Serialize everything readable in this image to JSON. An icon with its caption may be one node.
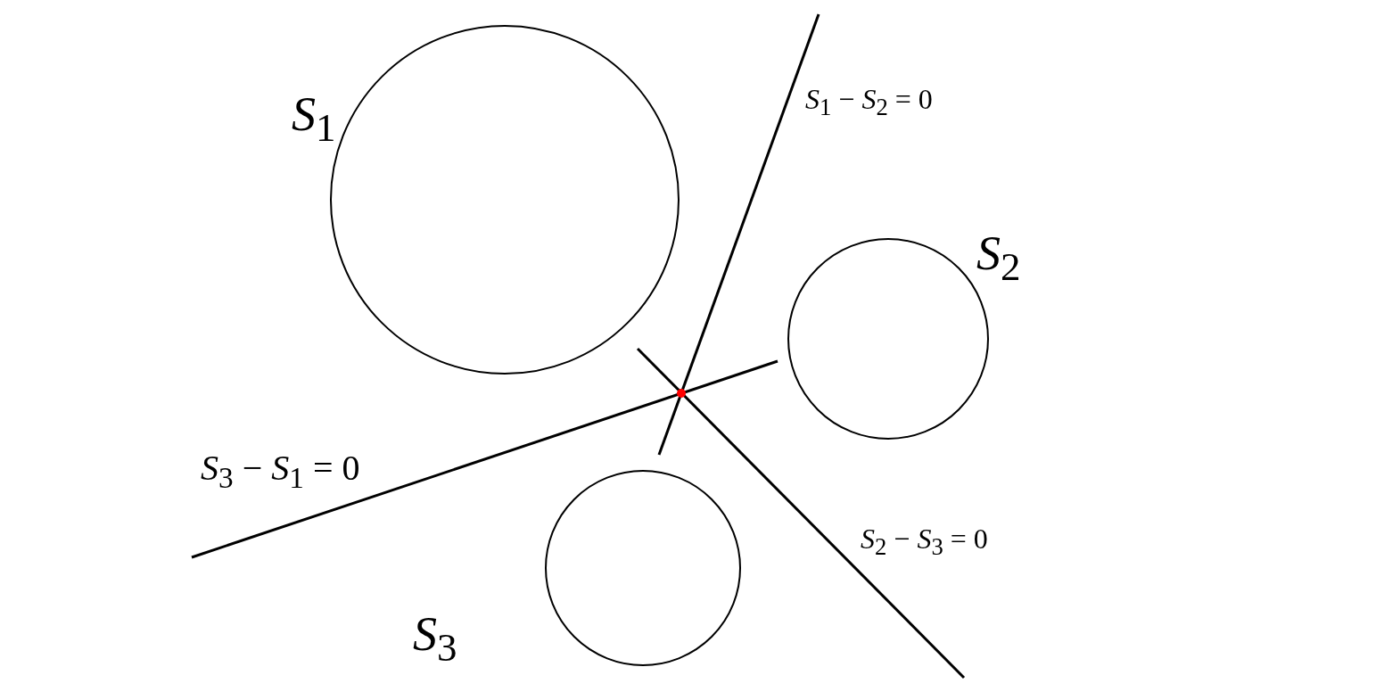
{
  "diagram": {
    "nodes": [
      {
        "text": [],
        "shape": "circle",
        "beside": [
          "*S*$_{1}$"
        ]
      },
      {
        "text": [],
        "shape": "circle",
        "beside": [
          "*S*$_{2}$"
        ]
      },
      {
        "text": [],
        "shape": "circle",
        "beside": [
          "*S*$_{3}$"
        ]
      }
    ],
    "labels": [
      "*S*$_{1}$ − *S*$_{2}$ = 0",
      "*S*$_{3}$ − *S*$_{1}$ = 0",
      "*S*$_{2}$ − *S*$_{3}$ = 0"
    ]
  }
}
